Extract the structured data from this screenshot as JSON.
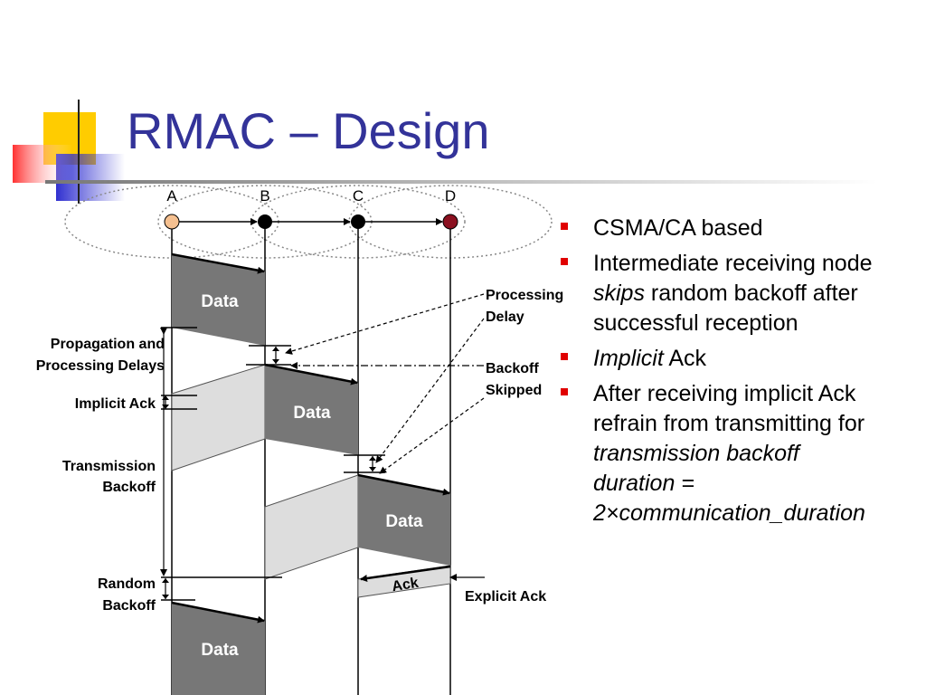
{
  "title": "RMAC – Design",
  "colors": {
    "title": "#333399",
    "bullet_marker": "#e00000",
    "data_block": "#777777",
    "ack_shade": "#dddddd",
    "node_a": "#f5c090",
    "node_d": "#8b1020"
  },
  "nodes": [
    "A",
    "B",
    "C",
    "D"
  ],
  "blocks": {
    "data": "Data",
    "ack": "Ack"
  },
  "labels": {
    "propagation_1": "Propagation and",
    "propagation_2": "Processing Delays",
    "implicit_ack": "Implicit Ack",
    "transmission_1": "Transmission",
    "transmission_2": "Backoff",
    "random_1": "Random",
    "random_2": "Backoff",
    "processing_1": "Processing",
    "processing_2": "Delay",
    "backoff_1": "Backoff",
    "backoff_2": "Skipped",
    "explicit_ack": "Explicit Ack"
  },
  "bullets": {
    "b1_l1": "CSMA/CA based",
    "b2_l1": "Intermediate receiving node",
    "b2_l2_it": "skips",
    "b2_l2_rest": " random backoff after",
    "b2_l3": "successful reception",
    "b3_it": "Implicit",
    "b3_rest": " Ack",
    "b4_l1": "After receiving implicit Ack",
    "b4_l2": "refrain from transmitting for",
    "b4_l3": "transmission backoff",
    "b4_l4": "duration =",
    "b4_l5": "2×communication_duration"
  }
}
